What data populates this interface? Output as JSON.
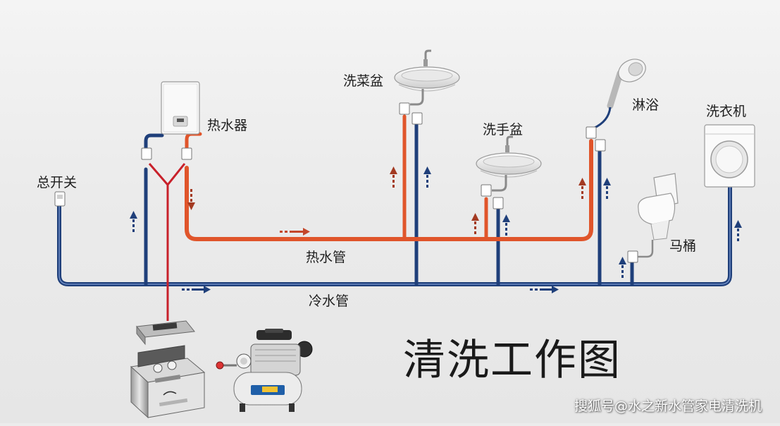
{
  "labels": {
    "main_switch": "总开关",
    "water_heater": "热水器",
    "vegetable_basin": "洗菜盆",
    "hand_basin": "洗手盆",
    "shower": "淋浴",
    "washing_machine": "洗衣机",
    "toilet": "马桶",
    "hot_pipe": "热水管",
    "cold_pipe": "冷水管"
  },
  "title": "清洗工作图",
  "watermark": "搜狐号@水之新水管家电清洗机",
  "colors": {
    "hot_pipe": "#e0552b",
    "cold_pipe": "#1f3f7a",
    "feed_line": "#c8202a",
    "background": "#ececec"
  },
  "icons": {
    "cleaning_machine": "cleaning-machine-case",
    "compressor": "air-compressor",
    "flow_arrow": "flow-arrow"
  }
}
